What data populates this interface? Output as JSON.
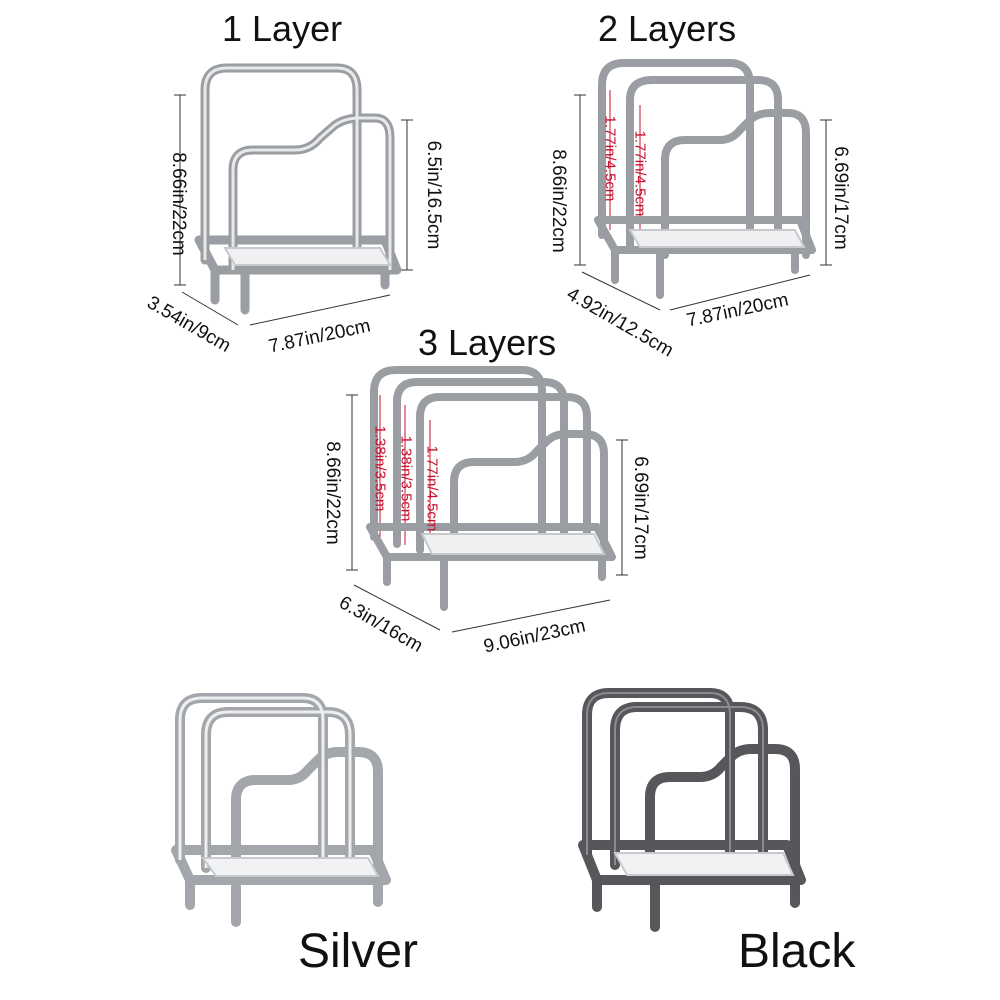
{
  "variants": {
    "one_layer": {
      "title": "1 Layer",
      "height": "8.66in/22cm",
      "inner_height": "6.5in/16.5cm",
      "depth": "3.54in/9cm",
      "width": "7.87in/20cm"
    },
    "two_layers": {
      "title": "2 Layers",
      "height": "8.66in/22cm",
      "inner_height": "6.69in/17cm",
      "gap_1": "1.77in/4.5cm",
      "gap_2": "1.77in/4.5cm",
      "depth": "4.92in/12.5cm",
      "width": "7.87in/20cm"
    },
    "three_layers": {
      "title": "3 Layers",
      "height": "8.66in/22cm",
      "inner_height": "6.69in/17cm",
      "gap_1": "1.38in/3.5cm",
      "gap_2": "1.38in/3.5cm",
      "gap_3": "1.77in/4.5cm",
      "depth": "6.3in/16cm",
      "width": "9.06in/23cm"
    }
  },
  "colors": {
    "silver": {
      "label": "Silver",
      "hex": "#b9bcc0"
    },
    "black": {
      "label": "Black",
      "hex": "#55575a"
    },
    "dimension_red": "#c8102e"
  }
}
